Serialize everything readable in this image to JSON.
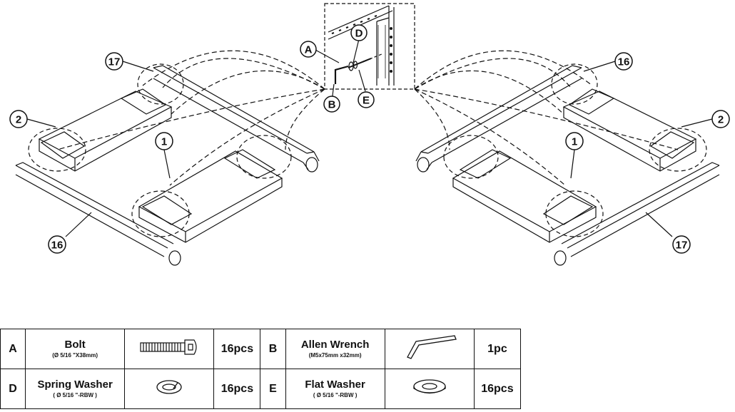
{
  "callouts": {
    "c17_left": "17",
    "c2_left": "2",
    "c1_left": "1",
    "c16_left": "16",
    "c16_right": "16",
    "c2_right": "2",
    "c1_right": "1",
    "c17_right": "17"
  },
  "detail_letters": {
    "a": "A",
    "b": "B",
    "d": "D",
    "e": "E"
  },
  "parts": [
    {
      "letter": "A",
      "name": "Bolt",
      "spec": "(Ø 5/16 \"X38mm)",
      "qty": "16pcs",
      "icon": "bolt-icon"
    },
    {
      "letter": "B",
      "name": "Allen Wrench",
      "spec": "(M5x75mm x32mm)",
      "qty": "1pc",
      "icon": "allen-wrench-icon"
    },
    {
      "letter": "D",
      "name": "Spring Washer",
      "spec": "( Ø 5/16 \"-RBW )",
      "qty": "16pcs",
      "icon": "spring-washer-icon"
    },
    {
      "letter": "E",
      "name": "Flat Washer",
      "spec": "( Ø 5/16 \"-RBW )",
      "qty": "16pcs",
      "icon": "flat-washer-icon"
    }
  ]
}
